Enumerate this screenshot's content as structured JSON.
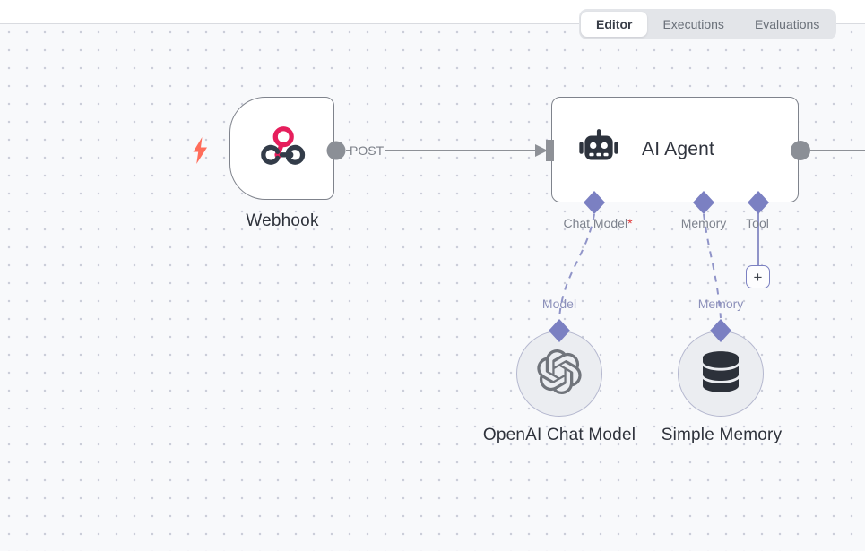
{
  "tabs": {
    "items": [
      {
        "label": "Editor",
        "active": true
      },
      {
        "label": "Executions",
        "active": false
      },
      {
        "label": "Evaluations",
        "active": false
      }
    ]
  },
  "nodes": {
    "webhook": {
      "title": "Webhook",
      "output_label": "POST"
    },
    "ai_agent": {
      "title": "AI Agent",
      "inputs": [
        {
          "label": "Chat Model",
          "required_mark": "*"
        },
        {
          "label": "Memory",
          "required_mark": ""
        },
        {
          "label": "Tool",
          "required_mark": ""
        }
      ]
    },
    "openai_chat_model": {
      "title": "OpenAI Chat Model",
      "port_label": "Model"
    },
    "simple_memory": {
      "title": "Simple Memory",
      "port_label": "Memory"
    }
  },
  "buttons": {
    "add_tool_label": "+"
  },
  "icons": {
    "webhook": "webhook-icon",
    "ai_agent": "robot-icon",
    "openai": "openai-logo-icon",
    "simple_memory": "database-icon",
    "trigger": "lightning-bolt-icon",
    "add": "plus-icon"
  },
  "colors": {
    "canvas_bg": "#f8f9fb",
    "node_border": "#7f838c",
    "connector_gray": "#8e9197",
    "connector_purple": "#7b80c2",
    "dashed_wire": "#9094c8",
    "webhook_pink": "#e61e5c",
    "icon_dark": "#333c49",
    "trigger_orange": "#ff6d5a",
    "required_red": "#e03535",
    "tab_bg": "#e3e5e9",
    "active_tab_bg": "#ffffff"
  }
}
